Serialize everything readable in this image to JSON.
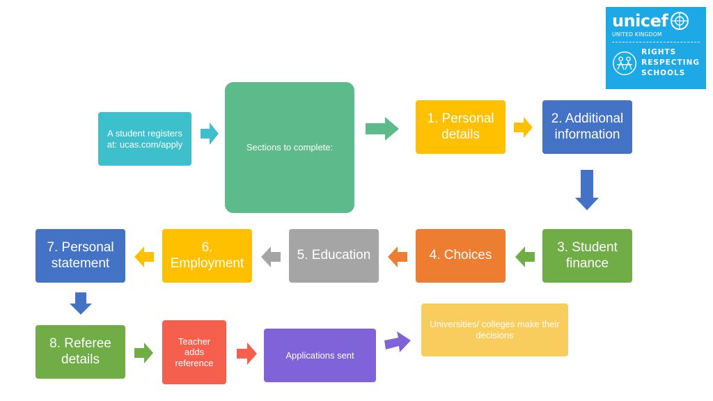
{
  "logo": {
    "brand": "unicef",
    "country": "UNITED KINGDOM",
    "line1": "RIGHTS",
    "line2": "RESPECTING",
    "line3": "SCHOOLS"
  },
  "nodes": {
    "register": "A student registers at: ucas.com/apply",
    "sections": "Sections to complete:",
    "personal_details": "1. Personal details",
    "additional_info": "2. Additional information",
    "student_finance": "3. Student finance",
    "choices": "4. Choices",
    "education": "5. Education",
    "employment": "6. Employment",
    "personal_statement": "7. Personal statement",
    "referee_details": "8. Referee details",
    "teacher_reference": "Teacher adds reference",
    "applications_sent": "Applications sent",
    "decisions": "Universities/ colleges make their decisions"
  },
  "colors": {
    "teal": "#3ebfcc",
    "green_big": "#5dba8b",
    "yellow": "#ffc000",
    "blue": "#4472c4",
    "green": "#70ad47",
    "orange": "#ed7d31",
    "gray": "#a5a5a5",
    "red": "#f5604e",
    "purple": "#8063d8",
    "light_yellow": "#f8cd5e",
    "logo_blue": "#1ca9e6"
  }
}
